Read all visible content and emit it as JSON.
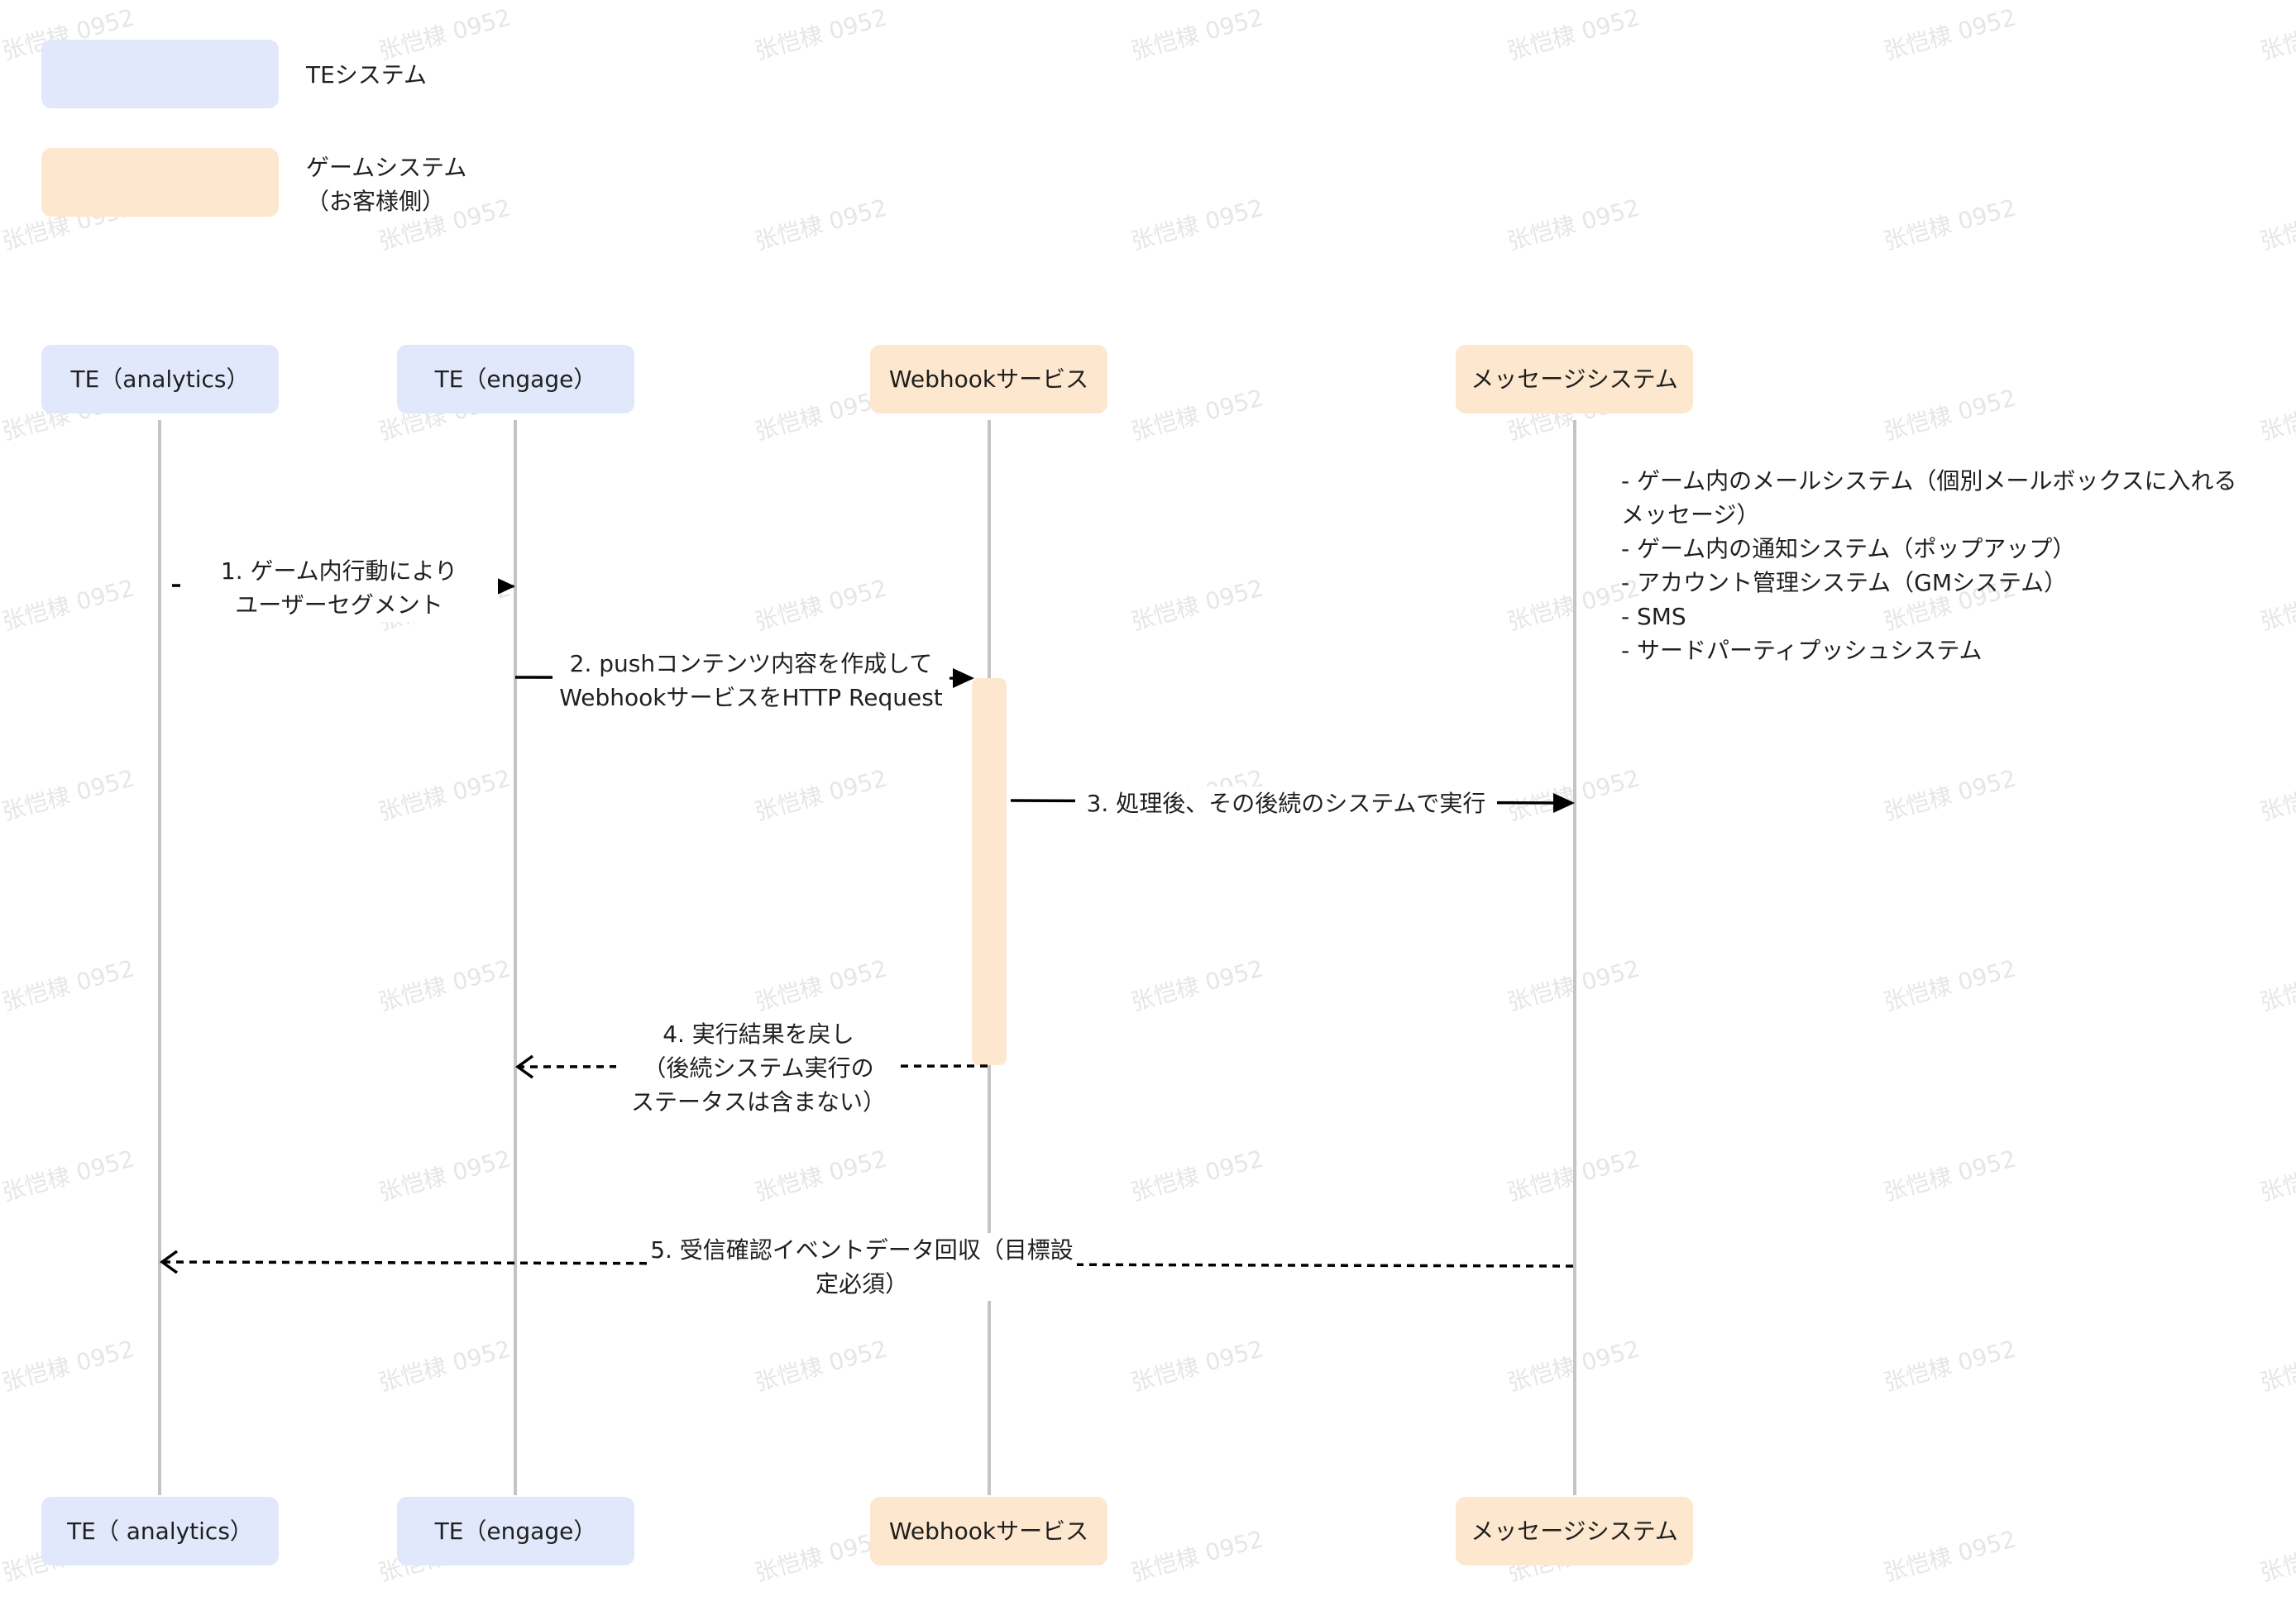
{
  "colors": {
    "te_fill": "#e1e8fb",
    "game_fill": "#fde7cf",
    "lifeline": "#c4c4c4",
    "arrow": "#000000",
    "text": "#1f1f1f",
    "watermark": "#e6e6e6"
  },
  "legend": [
    {
      "label": "TEシステム",
      "color": "#e1e8fb"
    },
    {
      "label": "ゲームシステム\n（お客様側）",
      "color": "#fde7cf"
    }
  ],
  "actors": [
    {
      "top_label": "TE（analytics）",
      "bottom_label": "TE（ analytics）",
      "group": "te"
    },
    {
      "top_label": "TE（engage）",
      "bottom_label": "TE（engage）",
      "group": "te"
    },
    {
      "top_label": "Webhookサービス",
      "bottom_label": "Webhookサービス",
      "group": "game"
    },
    {
      "top_label": "メッセージシステム",
      "bottom_label": "メッセージシステム",
      "group": "game"
    }
  ],
  "messages": [
    {
      "from": 0,
      "to": 1,
      "style": "solid",
      "label": "1. ゲーム内行動により\nユーザーセグメント"
    },
    {
      "from": 1,
      "to": 2,
      "style": "solid",
      "label": "2. pushコンテンツ内容を作成して\nWebhookサービスをHTTP Request"
    },
    {
      "from": 2,
      "to": 3,
      "style": "solid",
      "label": "3. 処理後、その後続のシステムで実行"
    },
    {
      "from": 2,
      "to": 1,
      "style": "dashed",
      "label": "4. 実行結果を戻し\n（後続システム実行の\nステータスは含まない）"
    },
    {
      "from": 3,
      "to": 0,
      "style": "dashed",
      "label": "5. 受信確認イベントデータ回収（目標設\n定必須）"
    }
  ],
  "note": " - ゲーム内のメールシステム（個別メールボックスに入れる\nメッセージ）\n - ゲーム内の通知システム（ポップアップ）\n - アカウント管理システム（GMシステム）\n - SMS\n - サードパーティプッシュシステム",
  "watermark_text": "张恺棣 0952"
}
